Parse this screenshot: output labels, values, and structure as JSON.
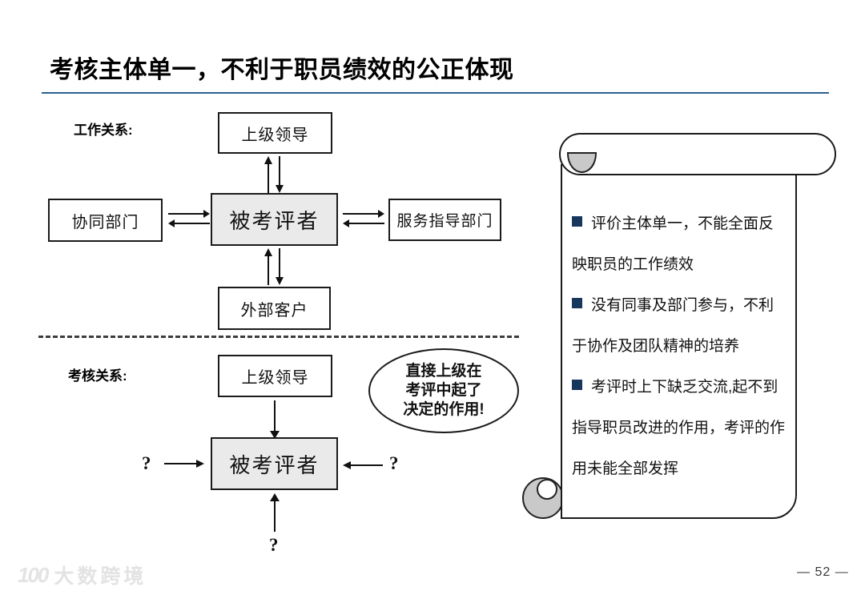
{
  "slide": {
    "title": "考核主体单一，不利于职员绩效的公正体现",
    "page_number": "— 52 —",
    "watermark_logo": "100",
    "watermark_text": "大数跨境"
  },
  "diagram": {
    "work_section_label": "工作关系:",
    "assess_section_label": "考核关系:",
    "work": {
      "top_box": "上级领导",
      "left_box": "协同部门",
      "center_box": "被考评者",
      "right_box": "服务指导部门",
      "bottom_box": "外部客户"
    },
    "assess": {
      "top_box": "上级领导",
      "center_box": "被考评者",
      "question_left": "?",
      "question_right": "?",
      "question_bottom": "?",
      "callout_lines": [
        "直接上级在",
        "考评中起了",
        "决定的作用!"
      ]
    }
  },
  "notes_panel": {
    "bullets": [
      "评价主体单一，不能全面反映职员的工作绩效",
      "没有同事及部门参与，不利于协作及团队精神的培养",
      "考评时上下缺乏交流,起不到指导职员改进的作用，考评的作用未能全部发挥"
    ]
  },
  "colors": {
    "title_underline": "#2b5f8e",
    "bullet_square": "#17375d",
    "highlight_box_fill": "#eaeaea",
    "scroll_curl_fill": "#c9c9c9"
  }
}
